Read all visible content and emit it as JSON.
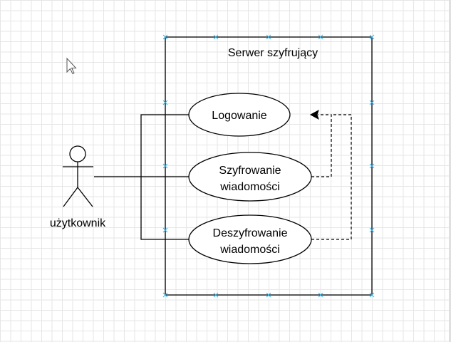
{
  "diagram": {
    "system_title": "Serwer szyfrujący",
    "actor_label": "użytkownik",
    "use_cases": {
      "login": {
        "line1": "Logowanie"
      },
      "encrypt": {
        "line1": "Szyfrowanie",
        "line2": "wiadomości"
      },
      "decrypt": {
        "line1": "Deszyfrowanie",
        "line2": "wiadomości"
      }
    },
    "colors": {
      "line": "#000000",
      "selection_handle": "#29b6f2",
      "grid": "#e6e6e6",
      "background": "#ffffff"
    },
    "icons": [
      "mouse-cursor-icon",
      "stick-figure-actor-icon",
      "arrowhead-icon"
    ]
  }
}
